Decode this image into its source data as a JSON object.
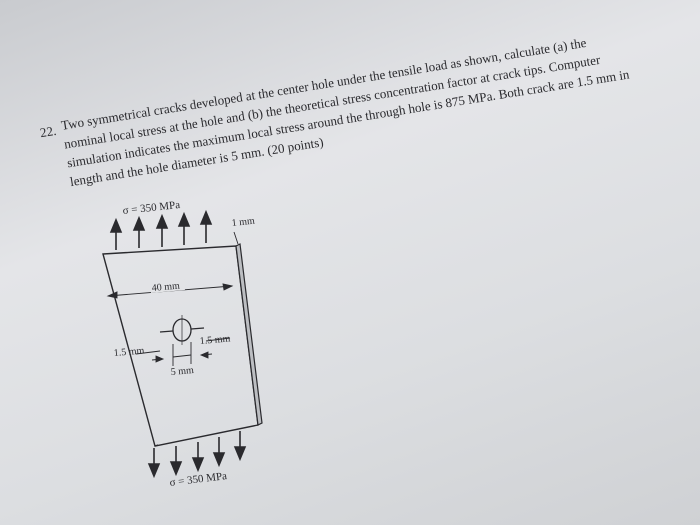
{
  "problem": {
    "number": "22.",
    "lines": [
      "Two symmetrical cracks developed at the center hole under the tensile load as shown, calculate (a) the",
      "nominal local stress at the hole and (b) the theoretical stress concentration factor at crack tips. Computer",
      "simulation indicates the maximum local stress around the through hole is 875 MPa. Both crack are 1.5 mm in",
      "length and the hole diameter is 5 mm. (20 points)"
    ]
  },
  "figure": {
    "top_load": "σ = 350 MPa",
    "bottom_load": "σ = 350 MPa",
    "thickness": "1 mm",
    "width": "40 mm",
    "left_crack": "1.5 mm",
    "right_crack": "1.5 mm",
    "hole_diameter": "5 mm"
  }
}
